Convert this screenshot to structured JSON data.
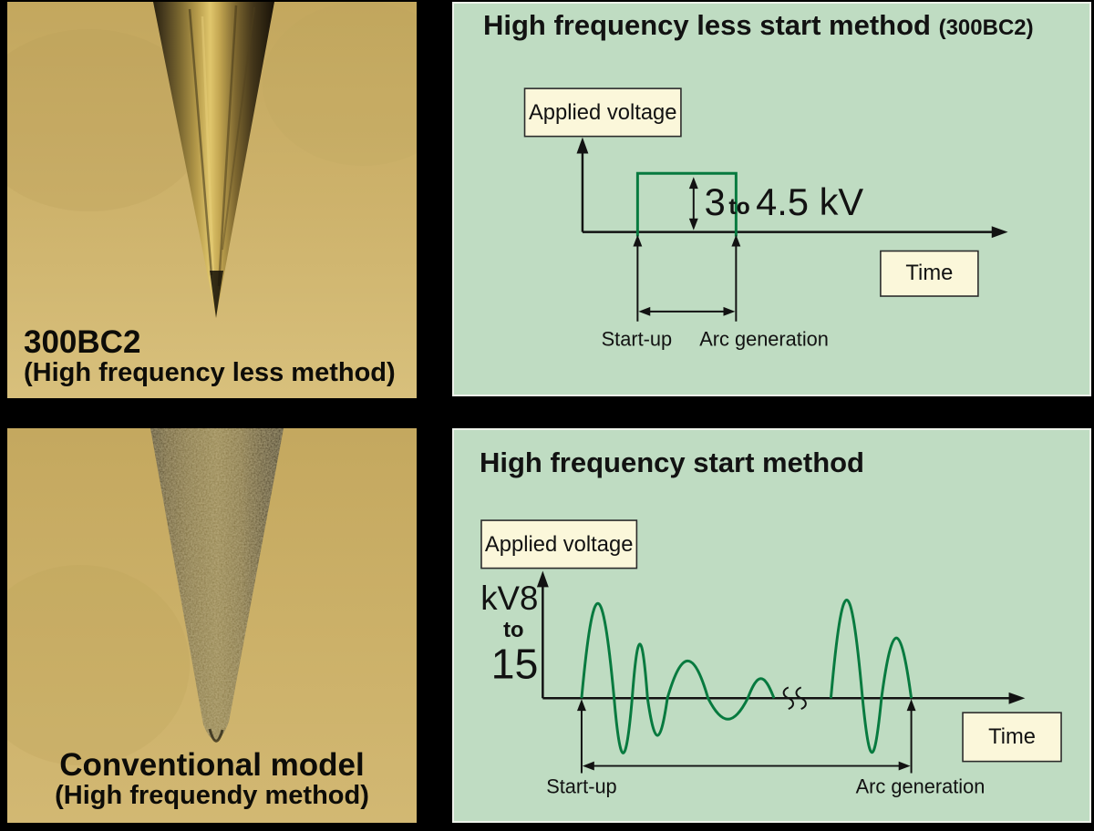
{
  "colors": {
    "canvas_bg": "#000000",
    "panel_bg": "#bfdcc2",
    "panel_border": "#edf2ea",
    "waveform_green": "#077a3f",
    "label_box_bg": "#fbf7da",
    "label_box_border": "#2b2b2b",
    "text": "#121212",
    "photo_background_tan": "#cdb26b"
  },
  "photo_panels": {
    "top": {
      "caption_line1": "300BC2",
      "caption_line2": "(High frequency less method)"
    },
    "bottom": {
      "caption_line1": "Conventional model",
      "caption_line2": "(High frequendy method)"
    }
  },
  "hf_less_diagram": {
    "title": "High frequency less start method",
    "title_suffix": "(300BC2)",
    "applied_voltage_label": "Applied voltage",
    "time_label": "Time",
    "voltage_min": "3",
    "voltage_to_word": "to",
    "voltage_max": "4.5 kV",
    "startup_label": "Start-up",
    "arc_label": "Arc generation",
    "waveform_type": "single rectangular pulse from Start-up to Arc generation"
  },
  "hf_diagram": {
    "title": "High frequency start method",
    "applied_voltage_label": "Applied voltage",
    "time_label": "Time",
    "kv_line1": "kV8",
    "kv_line2": "to",
    "kv_line3": "15",
    "startup_label": "Start-up",
    "arc_label": "Arc generation",
    "waveform_type": "damped high-frequency oscillation bursts between Start-up and Arc generation"
  }
}
